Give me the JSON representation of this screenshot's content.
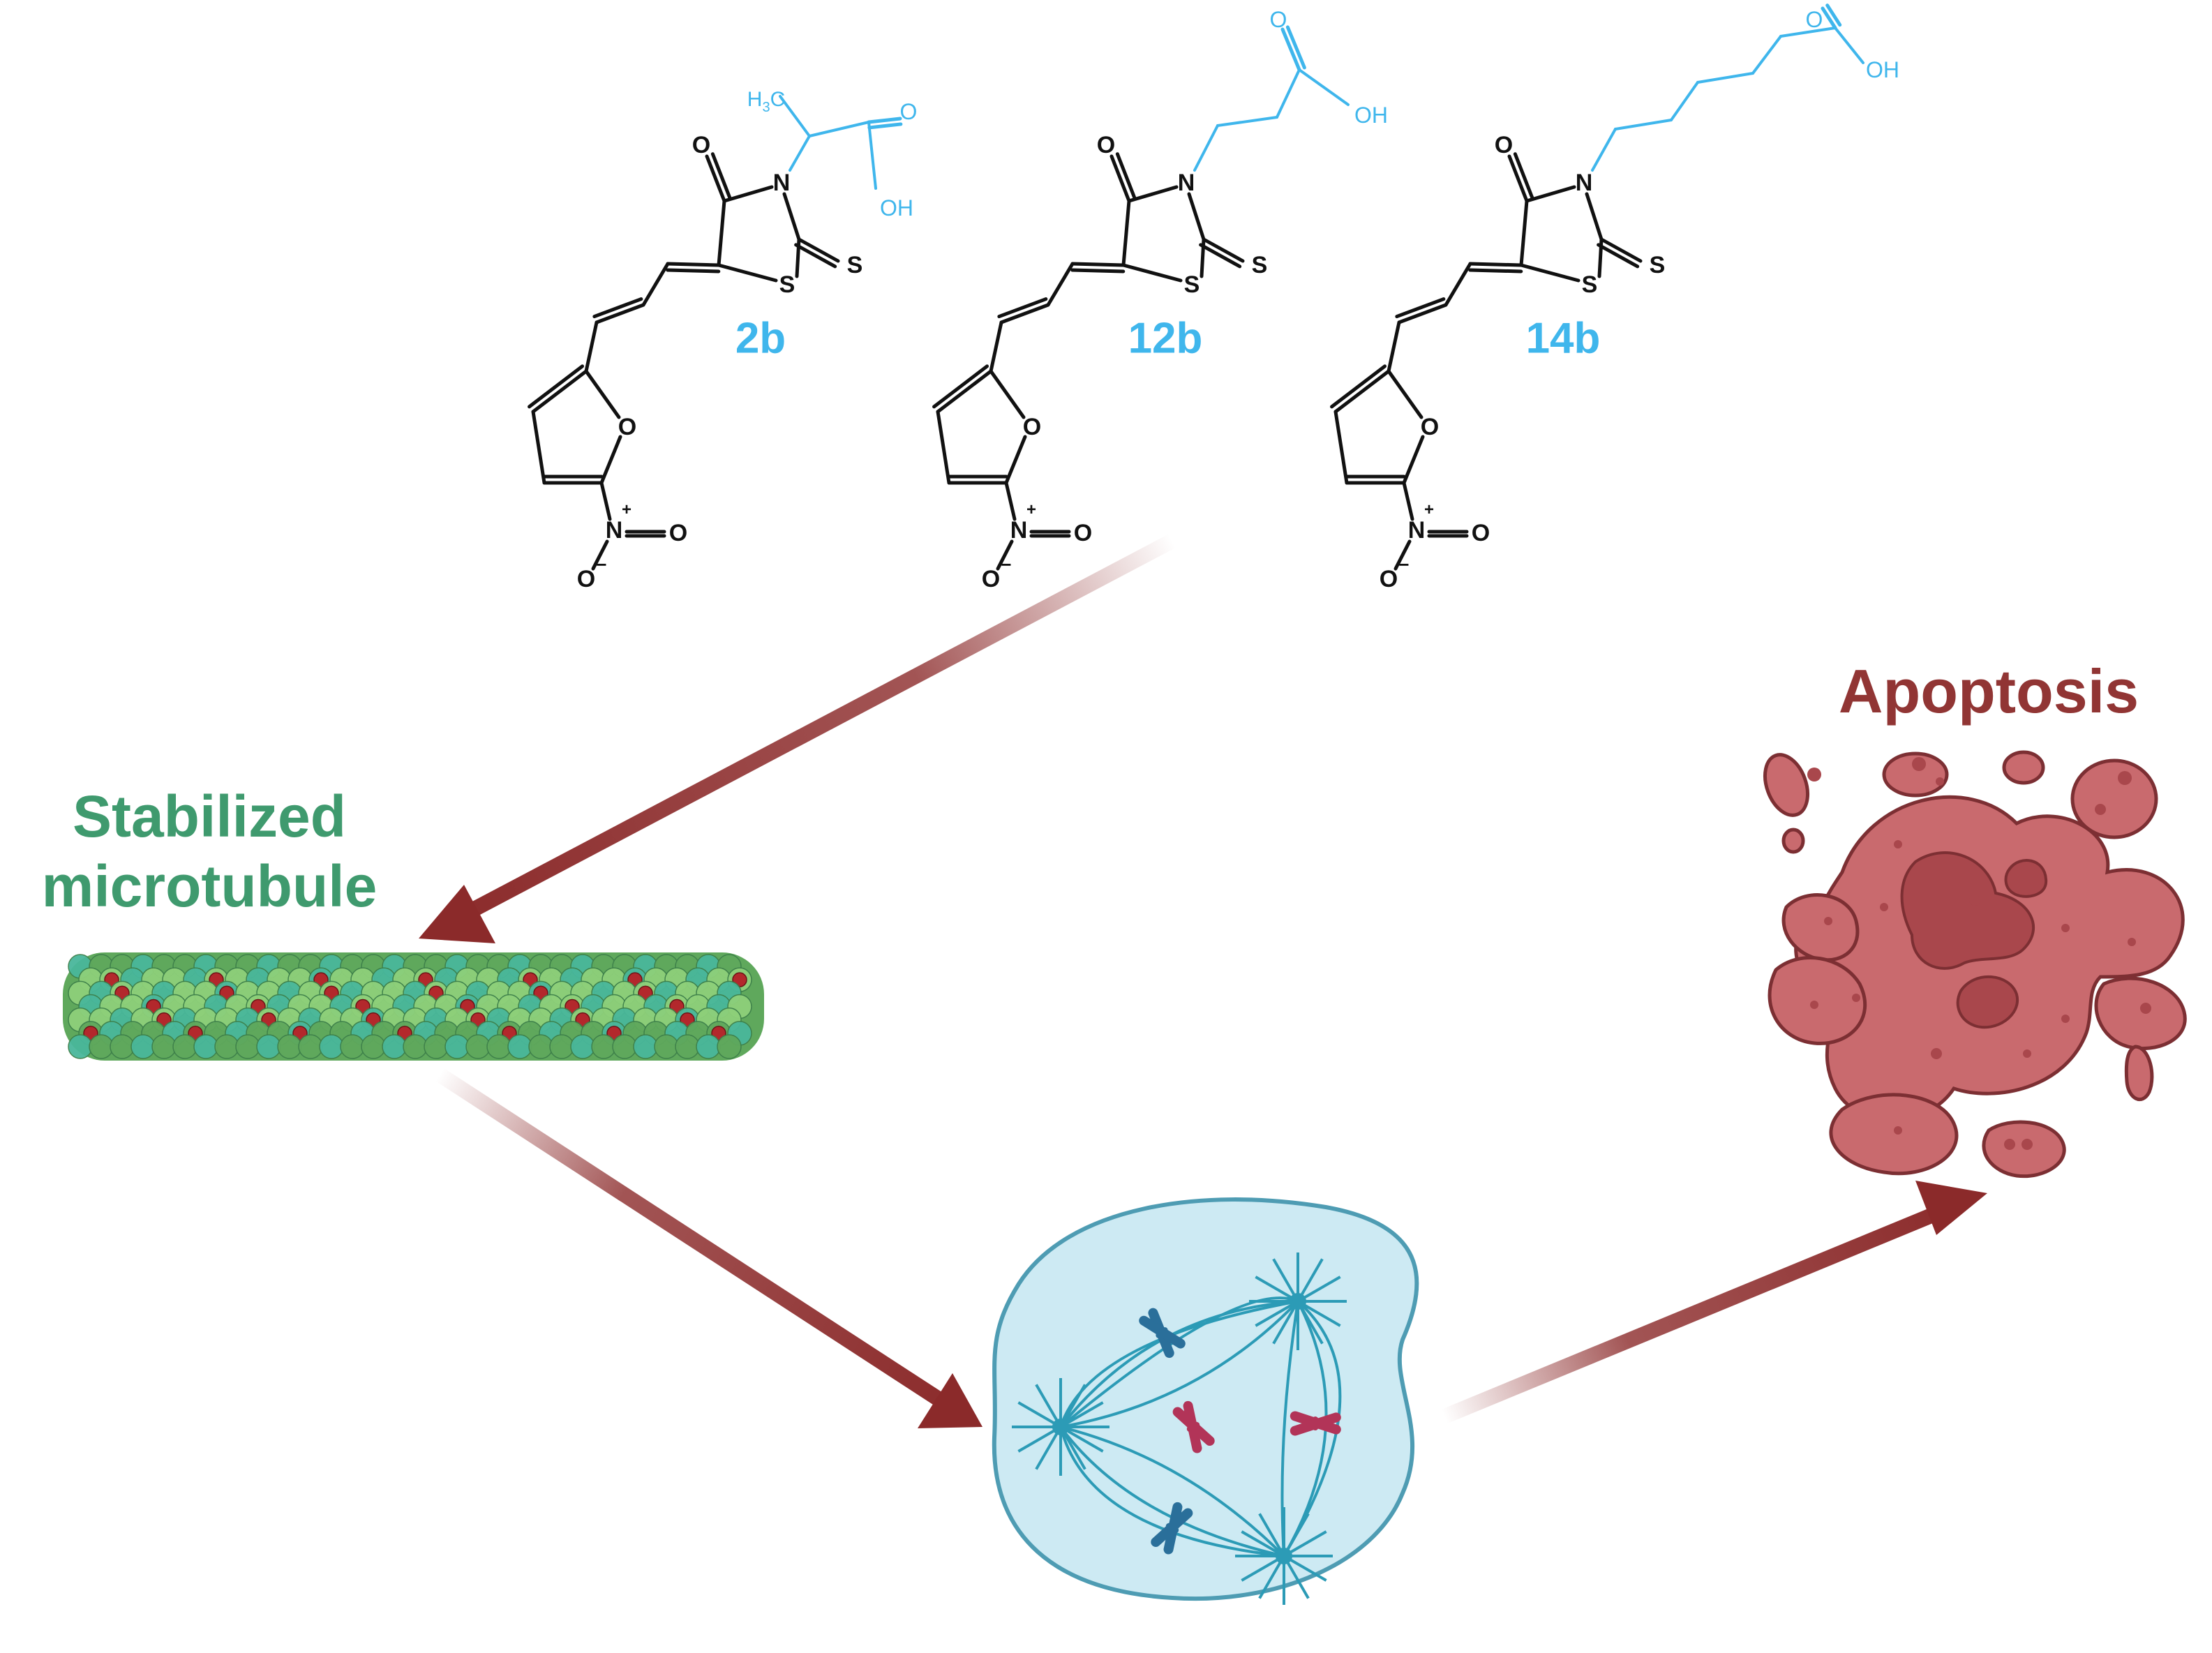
{
  "colors": {
    "arrow": "#8b2a2a",
    "chem_black": "#111111",
    "chem_blue": "#3fb6ec",
    "microtubule_title": "#3f9a6e",
    "apoptosis_title": "#913534",
    "apoptosis_fill": "#c96a6e",
    "apoptosis_dark": "#a9474c",
    "apoptosis_stroke": "#7c2f33",
    "cell_fill": "#cdeaf3",
    "cell_stroke": "#4e9cb3",
    "spindle": "#2c9bb6",
    "chromosome_blue": "#2a6f9a",
    "chromosome_red": "#b23458",
    "tubulin_light": "#8ed07a",
    "tubulin_dark": "#5fa85c",
    "tubulin_teal": "#49b79b",
    "drug_dot": "#b3282c"
  },
  "compounds": [
    {
      "id": "2b",
      "label": "2b"
    },
    {
      "id": "12b",
      "label": "12b"
    },
    {
      "id": "14b",
      "label": "14b"
    }
  ],
  "atoms": {
    "O": "O",
    "N": "N",
    "S": "S",
    "OH": "OH",
    "H3C": "H",
    "H3C_sub": "3",
    "H3C_C": "C",
    "N_plus": "+",
    "O_minus": "−"
  },
  "labels": {
    "microtubule_line1": "Stabilized",
    "microtubule_line2": "microtubule",
    "apoptosis": "Apoptosis"
  }
}
